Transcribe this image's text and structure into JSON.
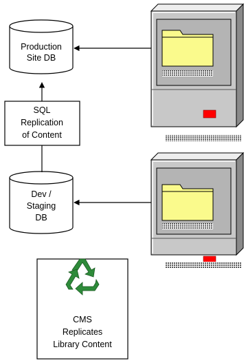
{
  "production_db": {
    "line1": "Production",
    "line2": "Site DB"
  },
  "sql_box": {
    "line1": "SQL",
    "line2": "Replication",
    "line3": "of Content"
  },
  "staging_db": {
    "line1": "Dev /",
    "line2": "Staging",
    "line3": "DB"
  },
  "cms_box": {
    "line1": "CMS",
    "line2": "Replicates",
    "line3": "Library Content"
  },
  "icons": {
    "database": "database-cylinder-icon",
    "server": "server-tower-icon",
    "folder": "folder-icon",
    "recycle": "recycle-icon"
  },
  "colors": {
    "folder_fill": "#fafa8c",
    "server_body": "#c8c8c8",
    "power_led": "#ff0000",
    "recycle": "#2e8b3a"
  }
}
